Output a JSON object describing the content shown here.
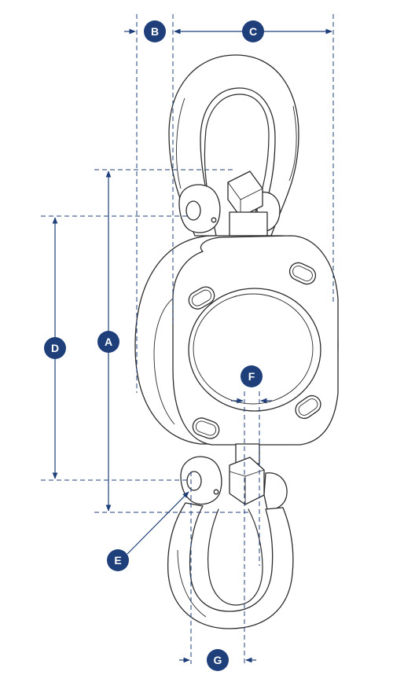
{
  "diagram": {
    "accent_color": "#1f3f7a",
    "outline_color": "#2b2b2b",
    "labels": {
      "a": "A",
      "b": "B",
      "c": "C",
      "d": "D",
      "e": "E",
      "f": "F",
      "g": "G"
    }
  }
}
